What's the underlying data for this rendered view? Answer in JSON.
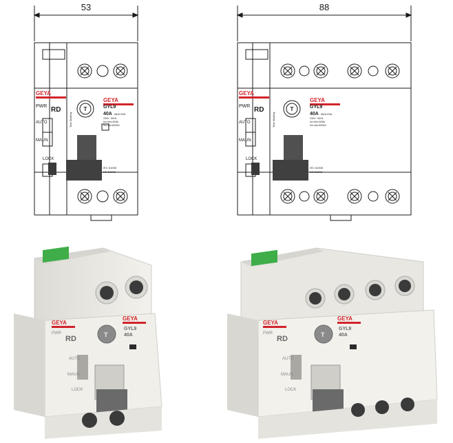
{
  "dimensions": {
    "two_pole_width": "53",
    "four_pole_width": "88"
  },
  "device": {
    "brand": "GEYA",
    "model": "GYL9",
    "rating": "40A",
    "sensitivity": "I∆n0.03A",
    "voltage": "230V~ 50Hz",
    "im_line": "Im=Idm=500A",
    "inc_line": "Inc=Idc=6000A",
    "pwr_label": "PWR",
    "rd_label": "RD",
    "auto_label": "AUTO",
    "maun_label": "MAUN",
    "lock_label": "LOCK",
    "test_text": "Test Monthly",
    "test_button_letter": "T",
    "standard_1": "IEC 61008",
    "standard_2": "EN 61008"
  },
  "colors": {
    "brand_red": "#d2232a",
    "body_photo": "#ecebe6",
    "terminal_green": "#3fae49",
    "handle_gray": "#5a5a5a",
    "line": "#1a1a1a"
  }
}
